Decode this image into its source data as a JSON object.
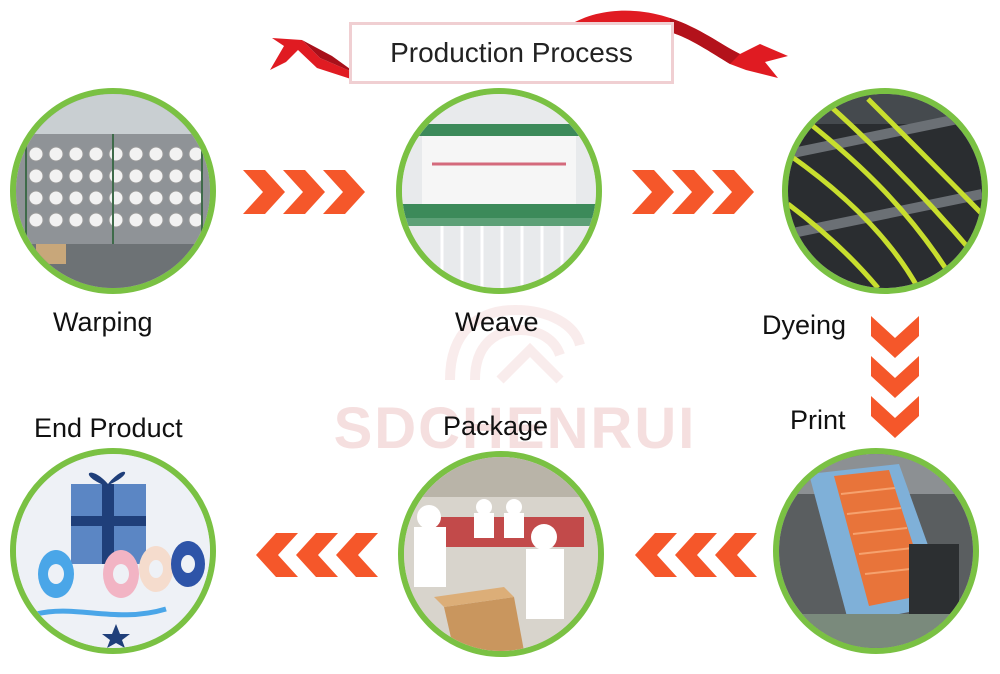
{
  "title": "Production Process",
  "watermark": "SDCHENRUI",
  "steps": [
    {
      "label": "Warping"
    },
    {
      "label": "Weave"
    },
    {
      "label": "Dyeing"
    },
    {
      "label": "Print"
    },
    {
      "label": "Package"
    },
    {
      "label": "End Product"
    }
  ],
  "colors": {
    "circle_border": "#7ac143",
    "arrow": "#f5572a",
    "ribbon": "#e01b22",
    "title_border": "#f0cfd2",
    "watermark": "#f4dada"
  }
}
